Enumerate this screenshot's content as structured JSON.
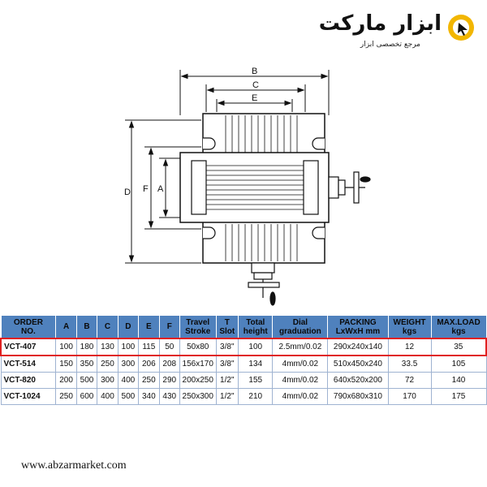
{
  "logo": {
    "brand": "ابزار مارکت",
    "tagline": "مرجع تخصصی ابزار",
    "accent": "#f2b600"
  },
  "drawing": {
    "dimension_labels": [
      "B",
      "C",
      "E",
      "D",
      "F",
      "A"
    ]
  },
  "table": {
    "headers": [
      [
        "ORDER",
        "NO."
      ],
      [
        "A"
      ],
      [
        "B"
      ],
      [
        "C"
      ],
      [
        "D"
      ],
      [
        "E"
      ],
      [
        "F"
      ],
      [
        "Travel",
        "Stroke"
      ],
      [
        "T",
        "Slot"
      ],
      [
        "Total",
        "height"
      ],
      [
        "Dial",
        "graduation"
      ],
      [
        "PACKING",
        "LxWxH mm"
      ],
      [
        "WEIGHT",
        "kgs"
      ],
      [
        "MAX.LOAD",
        "kgs"
      ]
    ],
    "rows": [
      [
        "VCT-407",
        "100",
        "180",
        "130",
        "100",
        "115",
        "50",
        "50x80",
        "3/8\"",
        "100",
        "2.5mm/0.02",
        "290x240x140",
        "12",
        "35"
      ],
      [
        "VCT-514",
        "150",
        "350",
        "250",
        "300",
        "206",
        "208",
        "156x170",
        "3/8\"",
        "134",
        "4mm/0.02",
        "510x450x240",
        "33.5",
        "105"
      ],
      [
        "VCT-820",
        "200",
        "500",
        "300",
        "400",
        "250",
        "290",
        "200x250",
        "1/2\"",
        "155",
        "4mm/0.02",
        "640x520x200",
        "72",
        "140"
      ],
      [
        "VCT-1024",
        "250",
        "600",
        "400",
        "500",
        "340",
        "430",
        "250x300",
        "1/2\"",
        "210",
        "4mm/0.02",
        "790x680x310",
        "170",
        "175"
      ]
    ],
    "header_color": "#4f81bd",
    "highlight_color": "#e02020"
  },
  "footer": {
    "website": "www.abzarmarket.com"
  }
}
